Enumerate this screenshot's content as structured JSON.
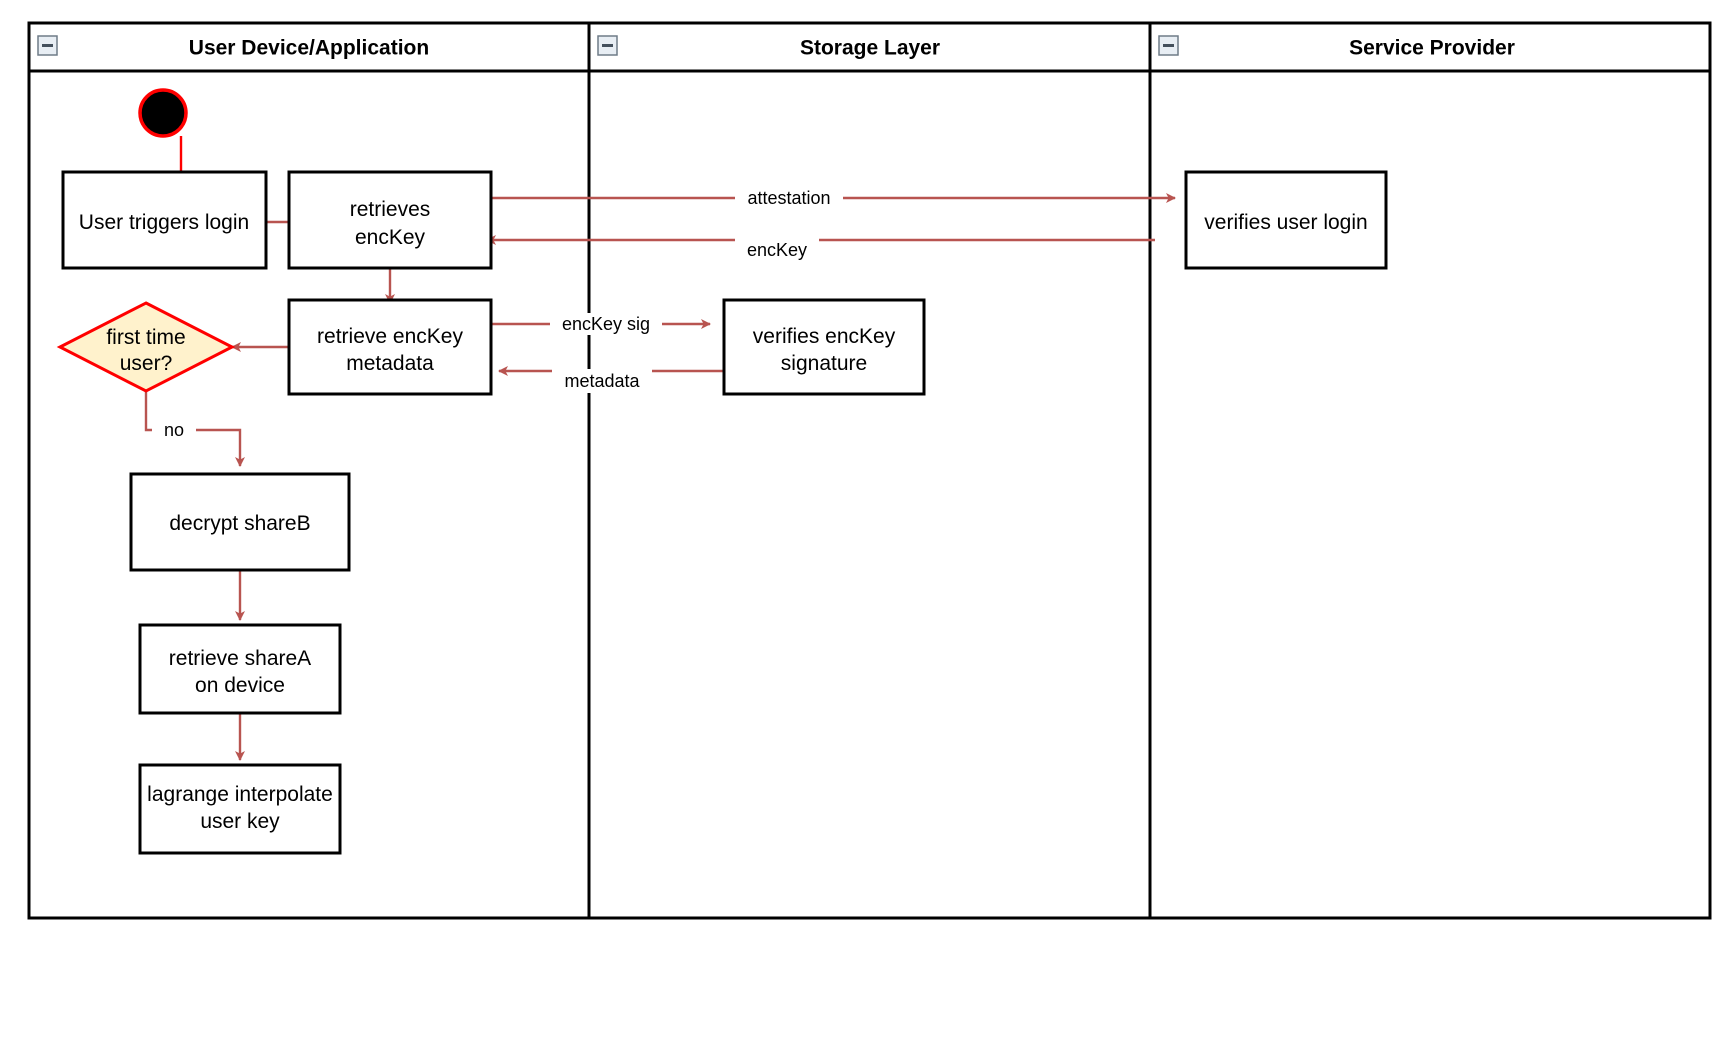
{
  "diagram": {
    "type": "swimlane-activity-diagram",
    "lanes": [
      {
        "id": "lane-user",
        "title": "User Device/Application",
        "collapse_icon": "minus-box-icon"
      },
      {
        "id": "lane-storage",
        "title": "Storage Layer",
        "collapse_icon": "minus-box-icon"
      },
      {
        "id": "lane-provider",
        "title": "Service Provider",
        "collapse_icon": "minus-box-icon"
      }
    ],
    "nodes": {
      "start": {
        "shape": "start-circle",
        "label": ""
      },
      "user_triggers_login": {
        "shape": "rect",
        "label": "User triggers login",
        "lane": "lane-user"
      },
      "retrieves_enckey": {
        "shape": "rect",
        "label_line1": "retrieves",
        "label_line2": "encKey",
        "lane": "lane-user"
      },
      "retrieve_enckey_metadata": {
        "shape": "rect",
        "label_line1": "retrieve encKey",
        "label_line2": "metadata",
        "lane": "lane-user"
      },
      "first_time_user": {
        "shape": "diamond",
        "label_line1": "first time",
        "label_line2": "user?",
        "lane": "lane-user"
      },
      "decrypt_shareb": {
        "shape": "rect",
        "label": "decrypt shareB",
        "lane": "lane-user"
      },
      "retrieve_sharea": {
        "shape": "rect",
        "label_line1": "retrieve shareA",
        "label_line2": "on device",
        "lane": "lane-user"
      },
      "lagrange_interpolate": {
        "shape": "rect",
        "label_line1": "lagrange interpolate",
        "label_line2": "user key",
        "lane": "lane-user"
      },
      "verifies_enckey_signature": {
        "shape": "rect",
        "label_line1": "verifies encKey",
        "label_line2": "signature",
        "lane": "lane-storage"
      },
      "verifies_user_login": {
        "shape": "rect",
        "label": "verifies user login",
        "lane": "lane-provider"
      }
    },
    "edge_labels": {
      "attestation": "attestation",
      "enckey": "encKey",
      "enckey_sig": "encKey sig",
      "metadata": "metadata",
      "decision_no": "no"
    },
    "colors": {
      "node_stroke": "#000000",
      "node_fill": "#ffffff",
      "decision_fill": "#fff2cc",
      "decision_stroke": "#ff0000",
      "start_fill": "#000000",
      "start_stroke": "#ff0000",
      "edge": "#b85450",
      "start_edge": "#ff0000",
      "lane_stroke": "#000000",
      "background": "#ffffff"
    }
  }
}
